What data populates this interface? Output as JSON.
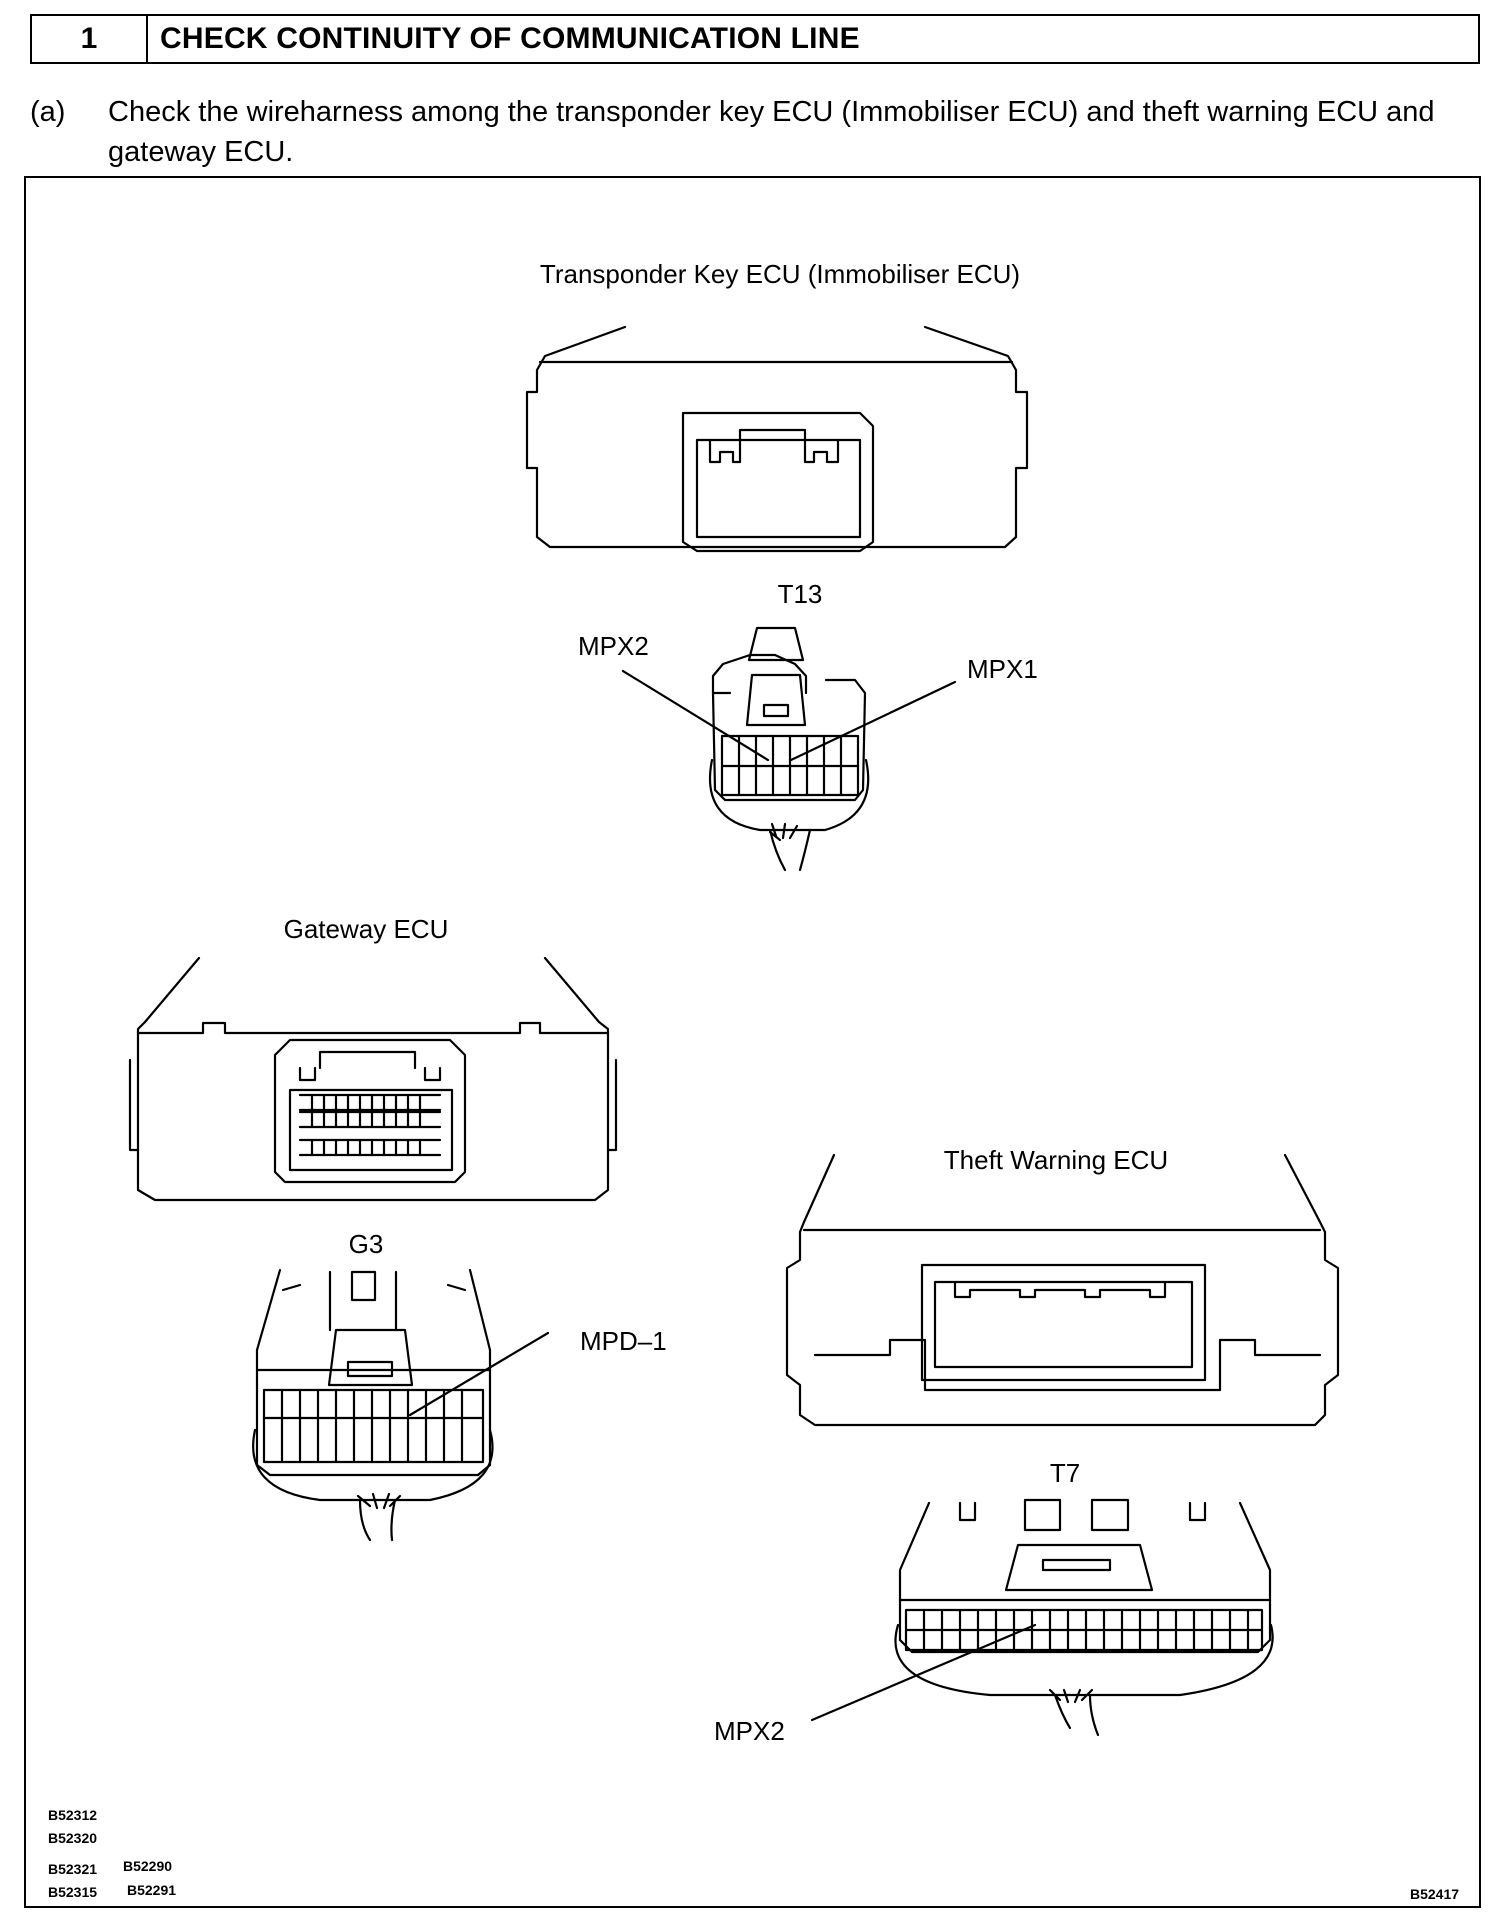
{
  "header": {
    "step_number": "1",
    "title": "CHECK CONTINUITY OF COMMUNICATION LINE"
  },
  "instruction": {
    "label": "(a)",
    "text": "Check the wireharness among the transponder key ECU (Immobiliser ECU) and theft warning ECU and gateway ECU."
  },
  "diagram": {
    "transponder_title": "Transponder Key ECU (Immobiliser ECU)",
    "transponder_connector": "T13",
    "transponder_pin_left": "MPX2",
    "transponder_pin_right": "MPX1",
    "gateway_title": "Gateway ECU",
    "gateway_connector": "G3",
    "gateway_pin": "MPD–1",
    "theft_title": "Theft Warning ECU",
    "theft_connector": "T7",
    "theft_pin": "MPX2",
    "ref_codes": [
      "B52312",
      "B52320",
      "B52321",
      "B52290",
      "B52315",
      "B52291"
    ],
    "figure_code": "B52417"
  }
}
